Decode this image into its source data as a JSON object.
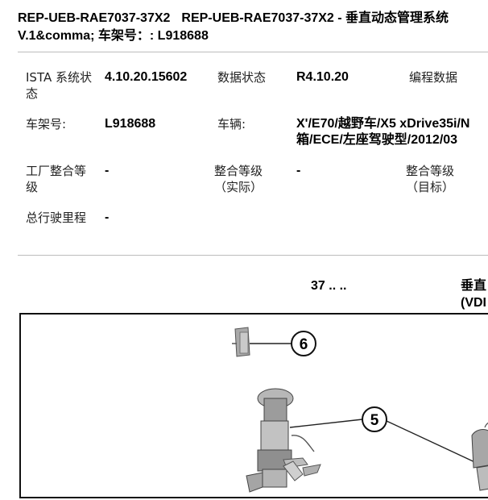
{
  "header": {
    "part1": "REP-UEB-RAE7037-37X2",
    "part2": "REP-UEB-RAE7037-37X2 - 垂直动态管理系统",
    "line2": "V.1&comma; 车架号：: L918688"
  },
  "info": {
    "row1": {
      "ista_label": "ISTA 系统状态",
      "ista_value": "4.10.20.15602",
      "data_status_label": "数据状态",
      "data_status_value": "R4.10.20",
      "programming_label": "编程数据"
    },
    "row2": {
      "vin_label": "车架号:",
      "vin_value": "L918688",
      "vehicle_label": "车辆:",
      "vehicle_value_line1": "X'/E70/越野车/X5 xDrive35i/N",
      "vehicle_value_line2": "箱/ECE/左座驾驶型/2012/03"
    },
    "row3": {
      "factory_label": "工厂整合等级",
      "factory_value": "-",
      "actual_label_l1": "整合等级",
      "actual_label_l2": "（实际）",
      "actual_value": "-",
      "target_label_l1": "整合等级",
      "target_label_l2": "（目标）"
    },
    "row4": {
      "mileage_label": "总行驶里程",
      "mileage_value": "-"
    }
  },
  "section": {
    "number": "37 .. ..",
    "title_line1": "垂直",
    "title_line2": "(VDI"
  },
  "figure": {
    "callouts": [
      "6",
      "5"
    ]
  }
}
